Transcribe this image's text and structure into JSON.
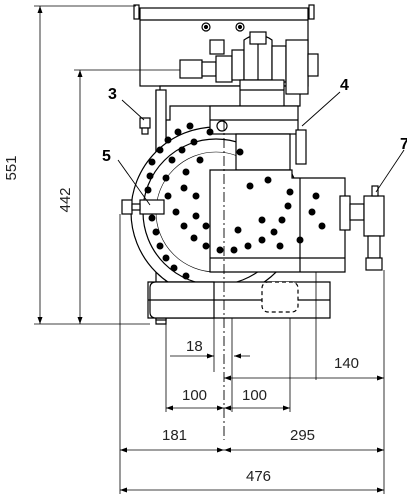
{
  "dimensions": {
    "overall_height": "551",
    "base_height": "442",
    "offset_18": "18",
    "left_100": "100",
    "right_100": "100",
    "side_140": "140",
    "left_181": "181",
    "right_295": "295",
    "overall_width": "476"
  },
  "callouts": {
    "c3": "3",
    "c4": "4",
    "c5": "5",
    "c7": "7"
  }
}
